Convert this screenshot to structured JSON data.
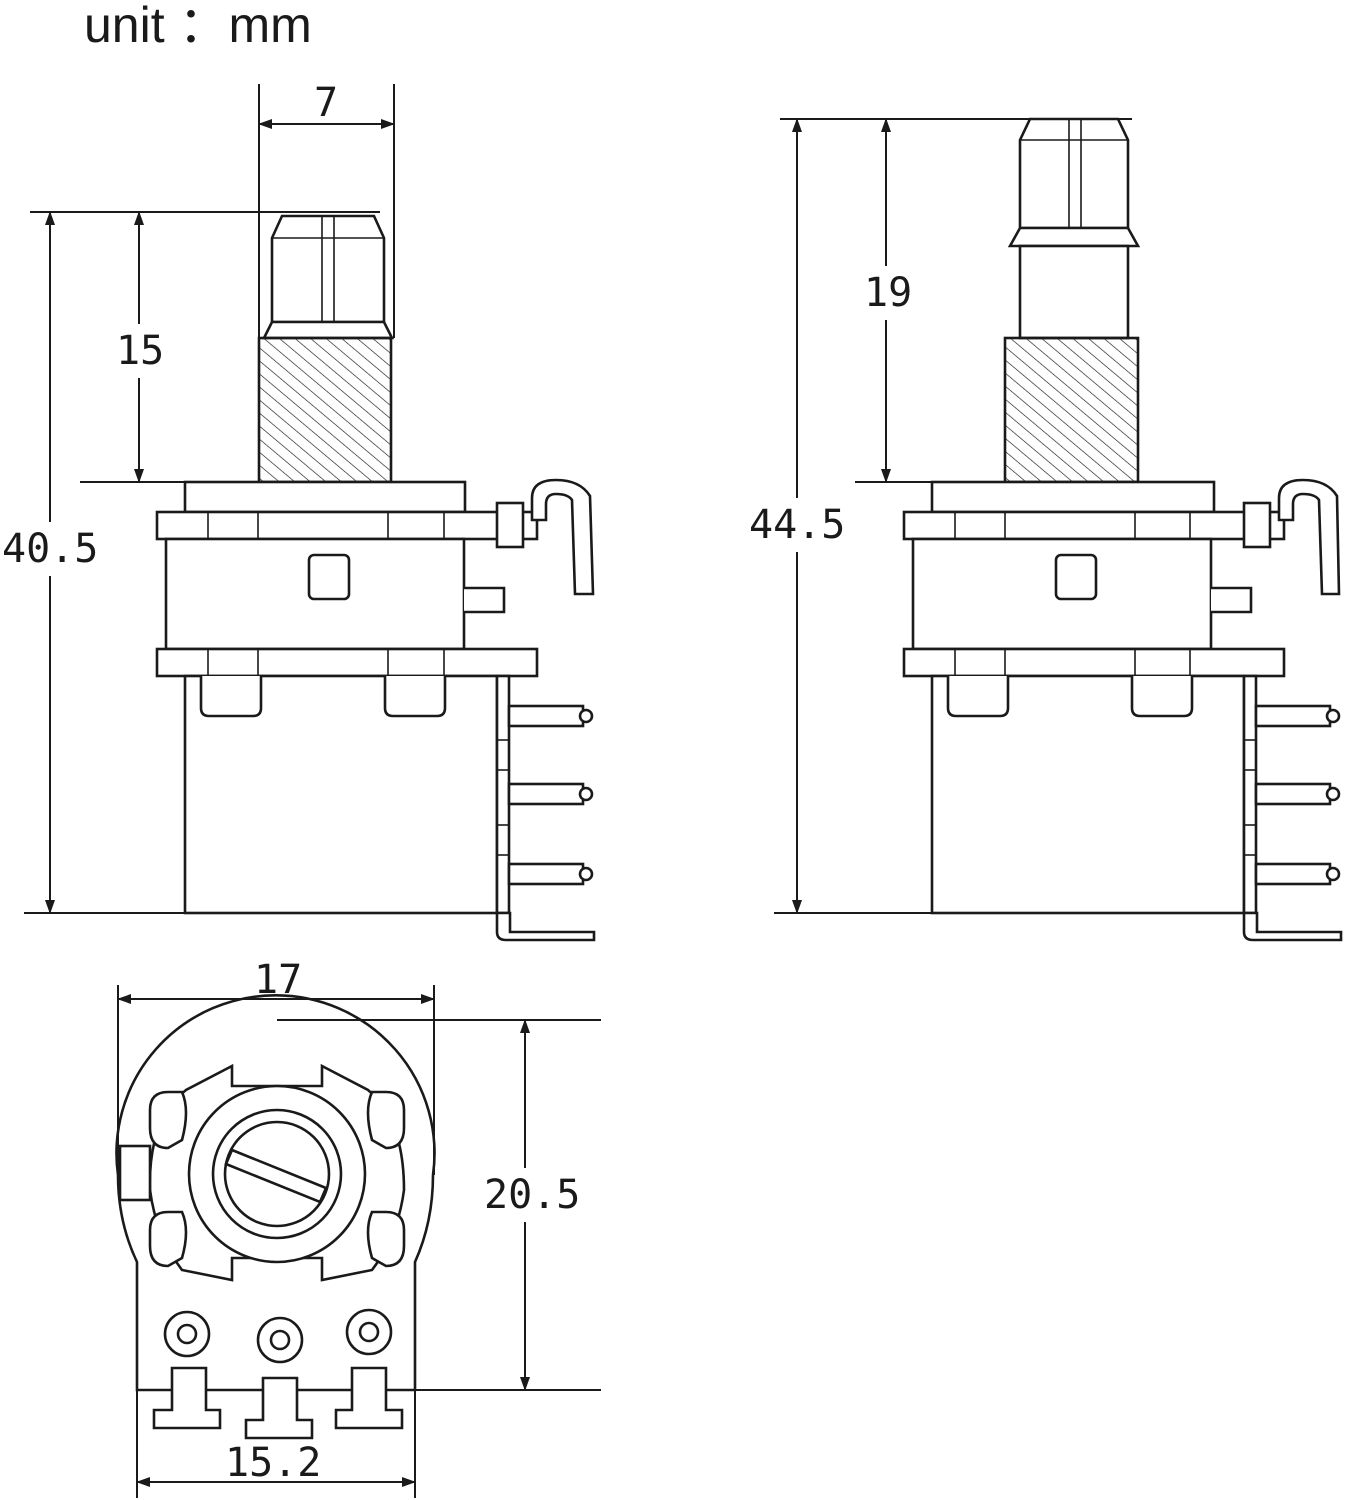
{
  "unit_label": "unit ：mm",
  "dimensions": {
    "front_shaft_width": "7",
    "front_shaft_height": "15",
    "front_total_height": "40.5",
    "side_shaft_height": "19",
    "side_total_height": "44.5",
    "bottom_width": "17",
    "bottom_height": "20.5",
    "bottom_pin_span": "15.2"
  },
  "colors": {
    "line": "#1a1a1a",
    "background": "#ffffff"
  }
}
